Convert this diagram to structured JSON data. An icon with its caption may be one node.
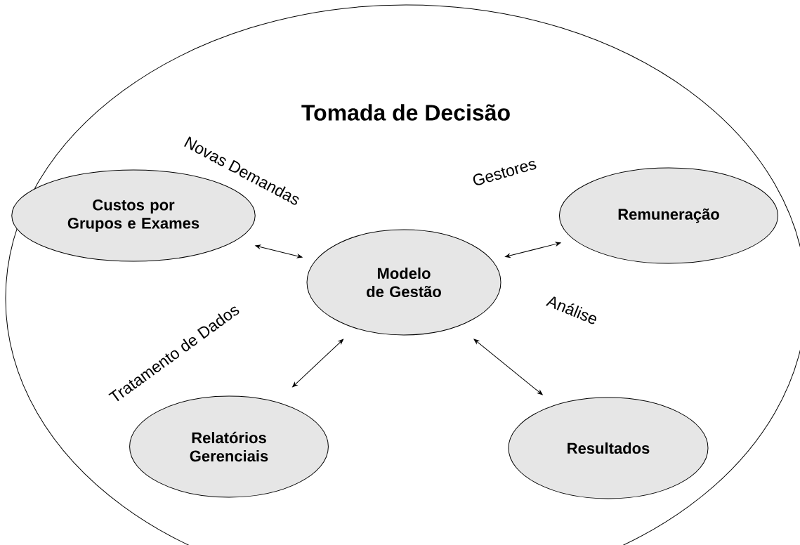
{
  "diagram": {
    "nodes": [
      {
        "text": [
          "Tomada de Decisão"
        ]
      },
      {
        "text": [
          "Custos por Grupos e Exames"
        ],
        "in": 0
      },
      {
        "text": [
          "Remuneração"
        ],
        "in": 0
      },
      {
        "text": [
          "Modelo de Gestão"
        ],
        "in": 0
      },
      {
        "text": [
          "Relatórios Gerenciais"
        ],
        "in": 0
      },
      {
        "text": [
          "Resultados"
        ],
        "in": 0
      }
    ],
    "edges": [
      {
        "from": 1,
        "to": 3,
        "arrow": "both",
        "label": "Novas Demandas"
      },
      {
        "from": 3,
        "to": 2,
        "arrow": "both",
        "label": "Gestores"
      },
      {
        "from": 3,
        "to": 4,
        "arrow": "both",
        "label": "Tratamento de Dados"
      },
      {
        "from": 3,
        "to": 5,
        "arrow": "both",
        "label": "Análise"
      }
    ]
  }
}
